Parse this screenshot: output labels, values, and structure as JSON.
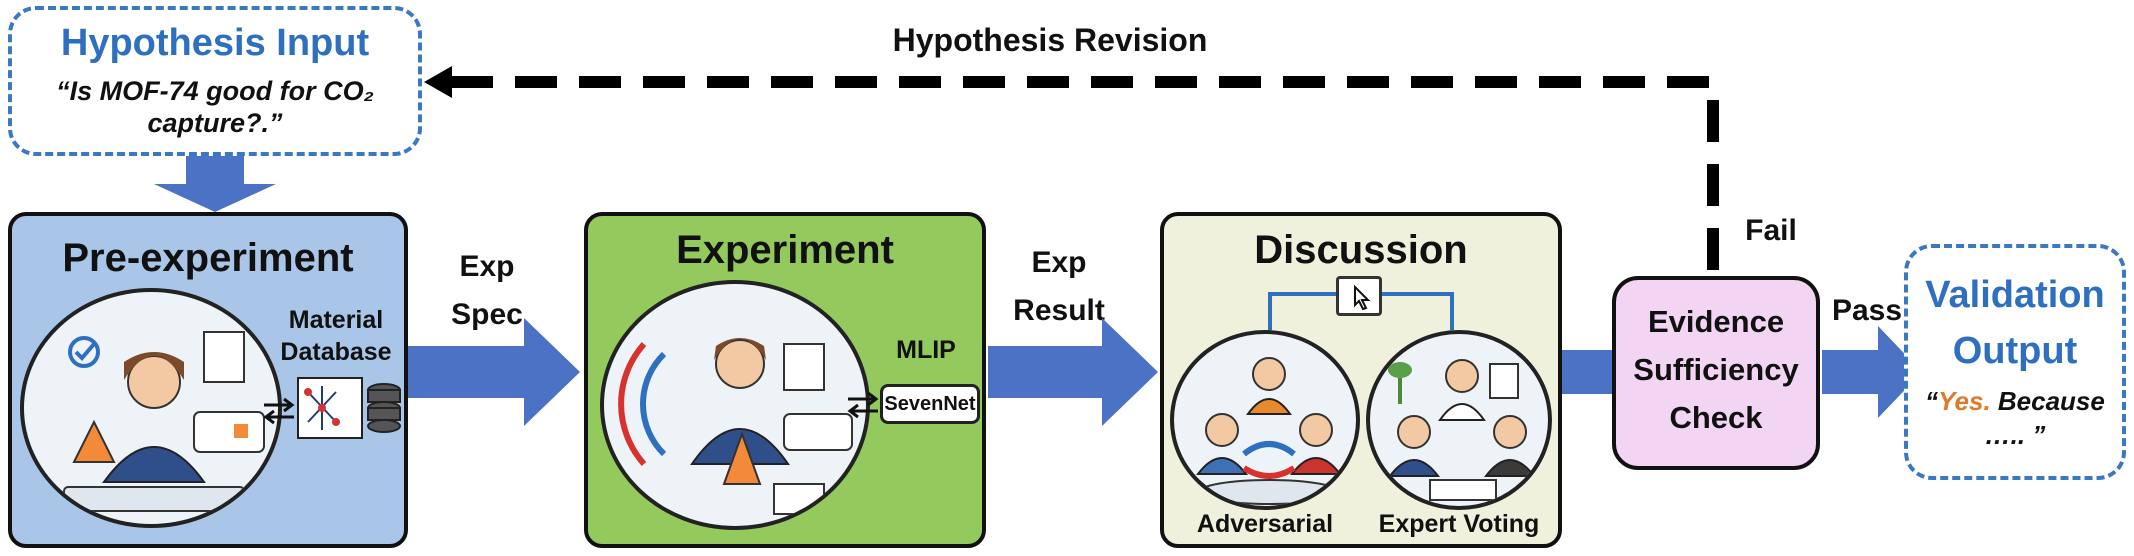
{
  "hypothesis_input": {
    "title": "Hypothesis Input",
    "quote_line1": "“Is MOF-74 good for CO₂",
    "quote_line2": "capture?.”"
  },
  "hypothesis_revision": "Hypothesis Revision",
  "pre_experiment": {
    "title": "Pre-experiment",
    "material_database_line1": "Material",
    "material_database_line2": "Database"
  },
  "exp_spec": {
    "line1": "Exp",
    "line2": "Spec"
  },
  "experiment": {
    "title": "Experiment",
    "mlip": "MLIP",
    "sevennet_prefix": "Seven",
    "sevennet_suffix": "Net"
  },
  "exp_result": {
    "line1": "Exp",
    "line2": "Result"
  },
  "discussion": {
    "title": "Discussion",
    "adversarial": "Adversarial",
    "expert_voting": "Expert Voting"
  },
  "fail_label": "Fail",
  "pass_label": "Pass",
  "evidence_check": {
    "line1": "Evidence",
    "line2": "Sufficiency",
    "line3": "Check"
  },
  "validation_output": {
    "title_line1": "Validation",
    "title_line2": "Output",
    "yes": "Yes.",
    "because": " Because",
    "dots": "….. ”",
    "open_quote": "“"
  },
  "colors": {
    "blue_title": "#2e6fbf",
    "pre_experiment_fill": "#a9c6e8",
    "experiment_fill": "#94c95e",
    "discussion_fill": "#f0f1dc",
    "evidence_fill": "#f1d5f3",
    "arrow_fill": "#4b72c4",
    "yes_orange": "#e07a2b"
  }
}
